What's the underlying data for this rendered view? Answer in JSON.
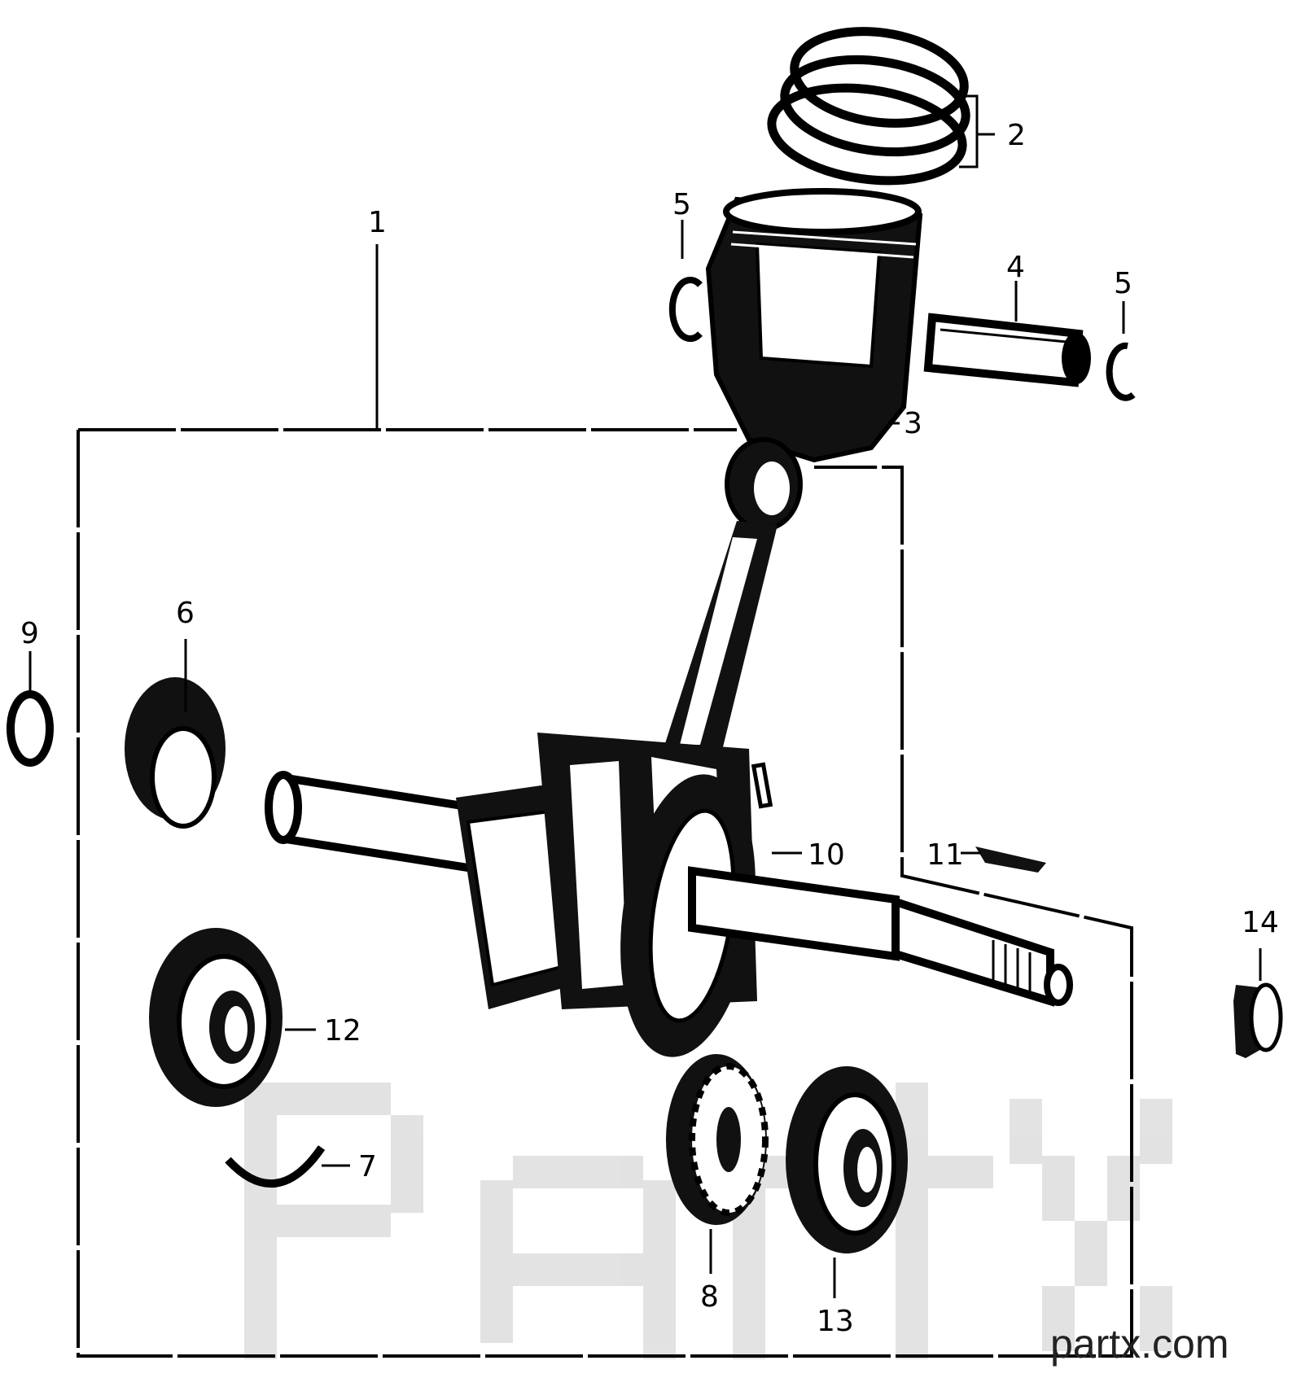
{
  "callouts": {
    "c1": "1",
    "c2": "2",
    "c3": "3",
    "c4": "4",
    "c5a": "5",
    "c5b": "5",
    "c6": "6",
    "c7": "7",
    "c8": "8",
    "c9": "9",
    "c10": "10",
    "c11": "11",
    "c12": "12",
    "c13": "13",
    "c14": "14"
  },
  "watermark": "partx.com",
  "colors": {
    "ink": "#000000",
    "paper": "#ffffff",
    "watermark_pattern": "#d9d9d9"
  }
}
